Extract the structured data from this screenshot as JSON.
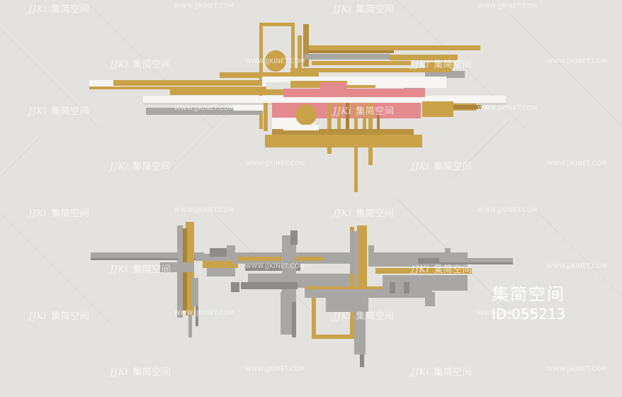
{
  "watermark": {
    "logo_mark": "JJKi",
    "logo_text": "集简空间",
    "url": "WWW.JJKINET.COM"
  },
  "brand": {
    "name": "集简空间",
    "id": "ID:055213"
  },
  "colors": {
    "background": "#e4e2df",
    "gold": "#c9a24a",
    "gold_dark": "#a9833a",
    "grey": "#a9a7a4",
    "grey_dark": "#8e8c89",
    "pink": "#e48a8f",
    "white": "#f7f6f4"
  }
}
